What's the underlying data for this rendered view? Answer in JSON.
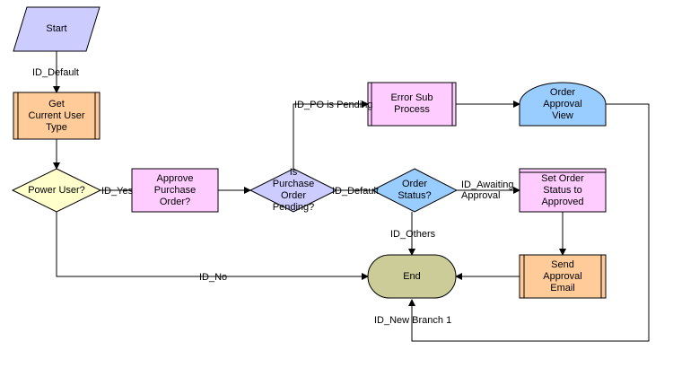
{
  "colors": {
    "start_fill": "#ccccff",
    "step_fill": "#ffcc99",
    "subprocess_fill": "#ffccff",
    "decision_condition_fill": "#ffffcc",
    "decision_orange_fill": "#ccccff",
    "decision_status_fill": "#99ccff",
    "view_fill": "#99ccff",
    "end_fill": "#cccc99",
    "line": "#000000"
  },
  "nodes": {
    "start": "Start",
    "get_user_type": "Get\nCurrent User\nType",
    "power_user": "Power User?",
    "approve_po": "Approve\nPurchase\nOrder?",
    "po_pending": "Is\nPurchase\nOrder\nPending?",
    "error_sub": "Error Sub\nProcess",
    "order_view": "Order\nApproval\nView",
    "order_status": "Order\nStatus?",
    "set_status": "Set Order\nStatus to\nApproved",
    "send_email": "Send\nApproval\nEmail",
    "end": "End"
  },
  "edges": {
    "id_default_1": "ID_Default",
    "id_yes": "ID_Yes",
    "id_po_pending": "ID_PO is Pending",
    "id_default_2": "ID_Default",
    "id_awaiting": "ID_Awaiting\nApproval",
    "id_others": "ID_Others",
    "id_no": "ID_No",
    "id_new_branch": "ID_New Branch 1"
  }
}
